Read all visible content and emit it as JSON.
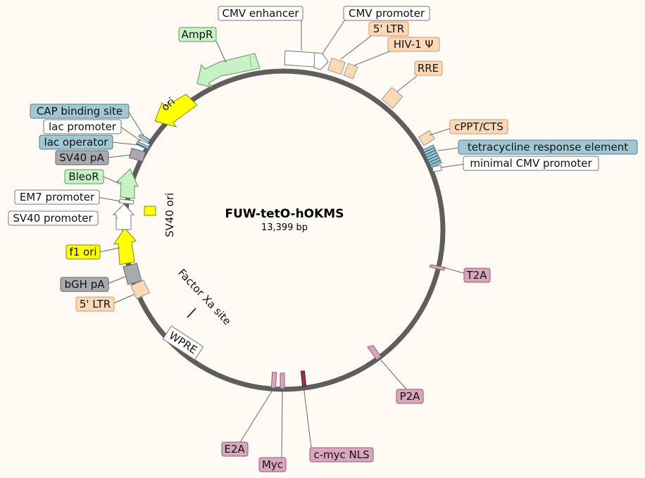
{
  "plasmid": {
    "name": "FUW-tetO-hOKMS",
    "length": "13,399 bp"
  },
  "colors": {
    "backbone": "#5e5e5e",
    "promoter": "#ffffff",
    "ltr": "#fcd9b6",
    "regulatory_blue": "#9fc8d4",
    "marker_green": "#c6f2c6",
    "origin_yellow": "#ffff00",
    "polyA_grey": "#a9aab0",
    "peptide_pink": "#d9a6bc"
  },
  "labels": {
    "cmv_enhancer": "CMV enhancer",
    "cmv_promoter": "CMV promoter",
    "ltr_5_top": "5' LTR",
    "hiv1_psi": "HIV-1 Ψ",
    "rre": "RRE",
    "cppt_cts": "cPPT/CTS",
    "tre": "tetracycline response element",
    "min_cmv": "minimal CMV promoter",
    "t2a": "T2A",
    "p2a": "P2A",
    "c_myc_nls": "c-myc NLS",
    "myc": "Myc",
    "e2a": "E2A",
    "wpre": "WPRE",
    "factor_xa": "Factor Xa site",
    "ltr_5_bottom": "5' LTR",
    "bgh_pa": "bGH pA",
    "f1_ori": "f1 ori",
    "sv40_promoter": "SV40 promoter",
    "em7_promoter": "EM7 promoter",
    "bleor": "BleoR",
    "sv40_pa": "SV40 pA",
    "lac_operator": "lac operator",
    "lac_promoter": "lac promoter",
    "cap_site": "CAP binding site",
    "ori": "ori",
    "ampr": "AmpR",
    "sv40_ori": "SV40 ori"
  }
}
